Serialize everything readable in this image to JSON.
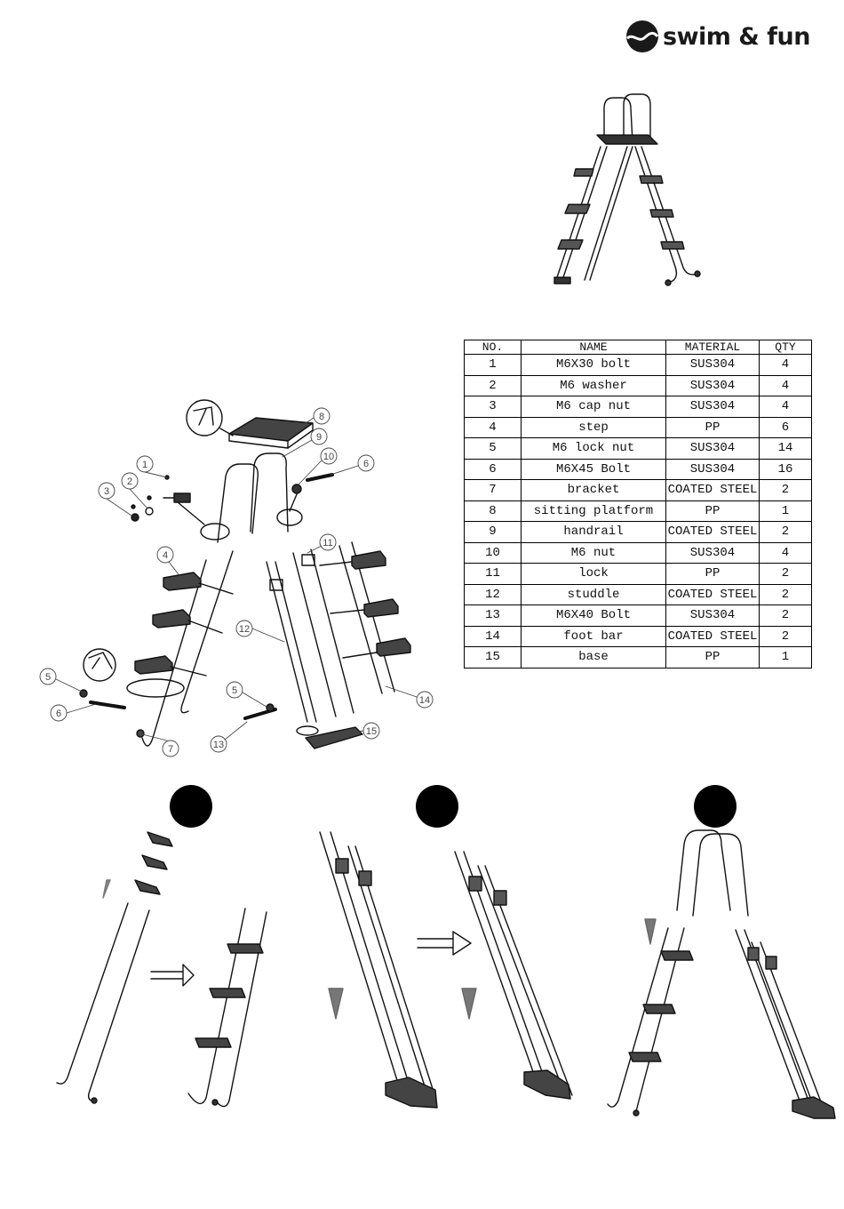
{
  "brand": {
    "name": "swim & fun"
  },
  "parts_table": {
    "headers": [
      "NO.",
      "NAME",
      "MATERIAL",
      "QTY"
    ],
    "rows": [
      [
        "1",
        "M6X30 bolt",
        "SUS304",
        "4"
      ],
      [
        "2",
        "M6 washer",
        "SUS304",
        "4"
      ],
      [
        "3",
        "M6 cap nut",
        "SUS304",
        "4"
      ],
      [
        "4",
        "step",
        "PP",
        "6"
      ],
      [
        "5",
        "M6 lock nut",
        "SUS304",
        "14"
      ],
      [
        "6",
        "M6X45 Bolt",
        "SUS304",
        "16"
      ],
      [
        "7",
        "bracket",
        "COATED STEEL",
        "2"
      ],
      [
        "8",
        "sitting platform",
        "PP",
        "1"
      ],
      [
        "9",
        "handrail",
        "COATED STEEL",
        "2"
      ],
      [
        "10",
        "M6 nut",
        "SUS304",
        "4"
      ],
      [
        "11",
        "lock",
        "PP",
        "2"
      ],
      [
        "12",
        "studdle",
        "COATED STEEL",
        "2"
      ],
      [
        "13",
        "M6X40 Bolt",
        "SUS304",
        "2"
      ],
      [
        "14",
        "foot bar",
        "COATED STEEL",
        "2"
      ],
      [
        "15",
        "base",
        "PP",
        "1"
      ]
    ]
  },
  "exploded_view": {
    "callouts": [
      "1",
      "2",
      "3",
      "4",
      "5",
      "6",
      "7",
      "8",
      "9",
      "10",
      "11",
      "12",
      "13",
      "14",
      "15",
      "5",
      "6"
    ]
  },
  "colors": {
    "ink": "#111111",
    "arrow": "#777777"
  }
}
